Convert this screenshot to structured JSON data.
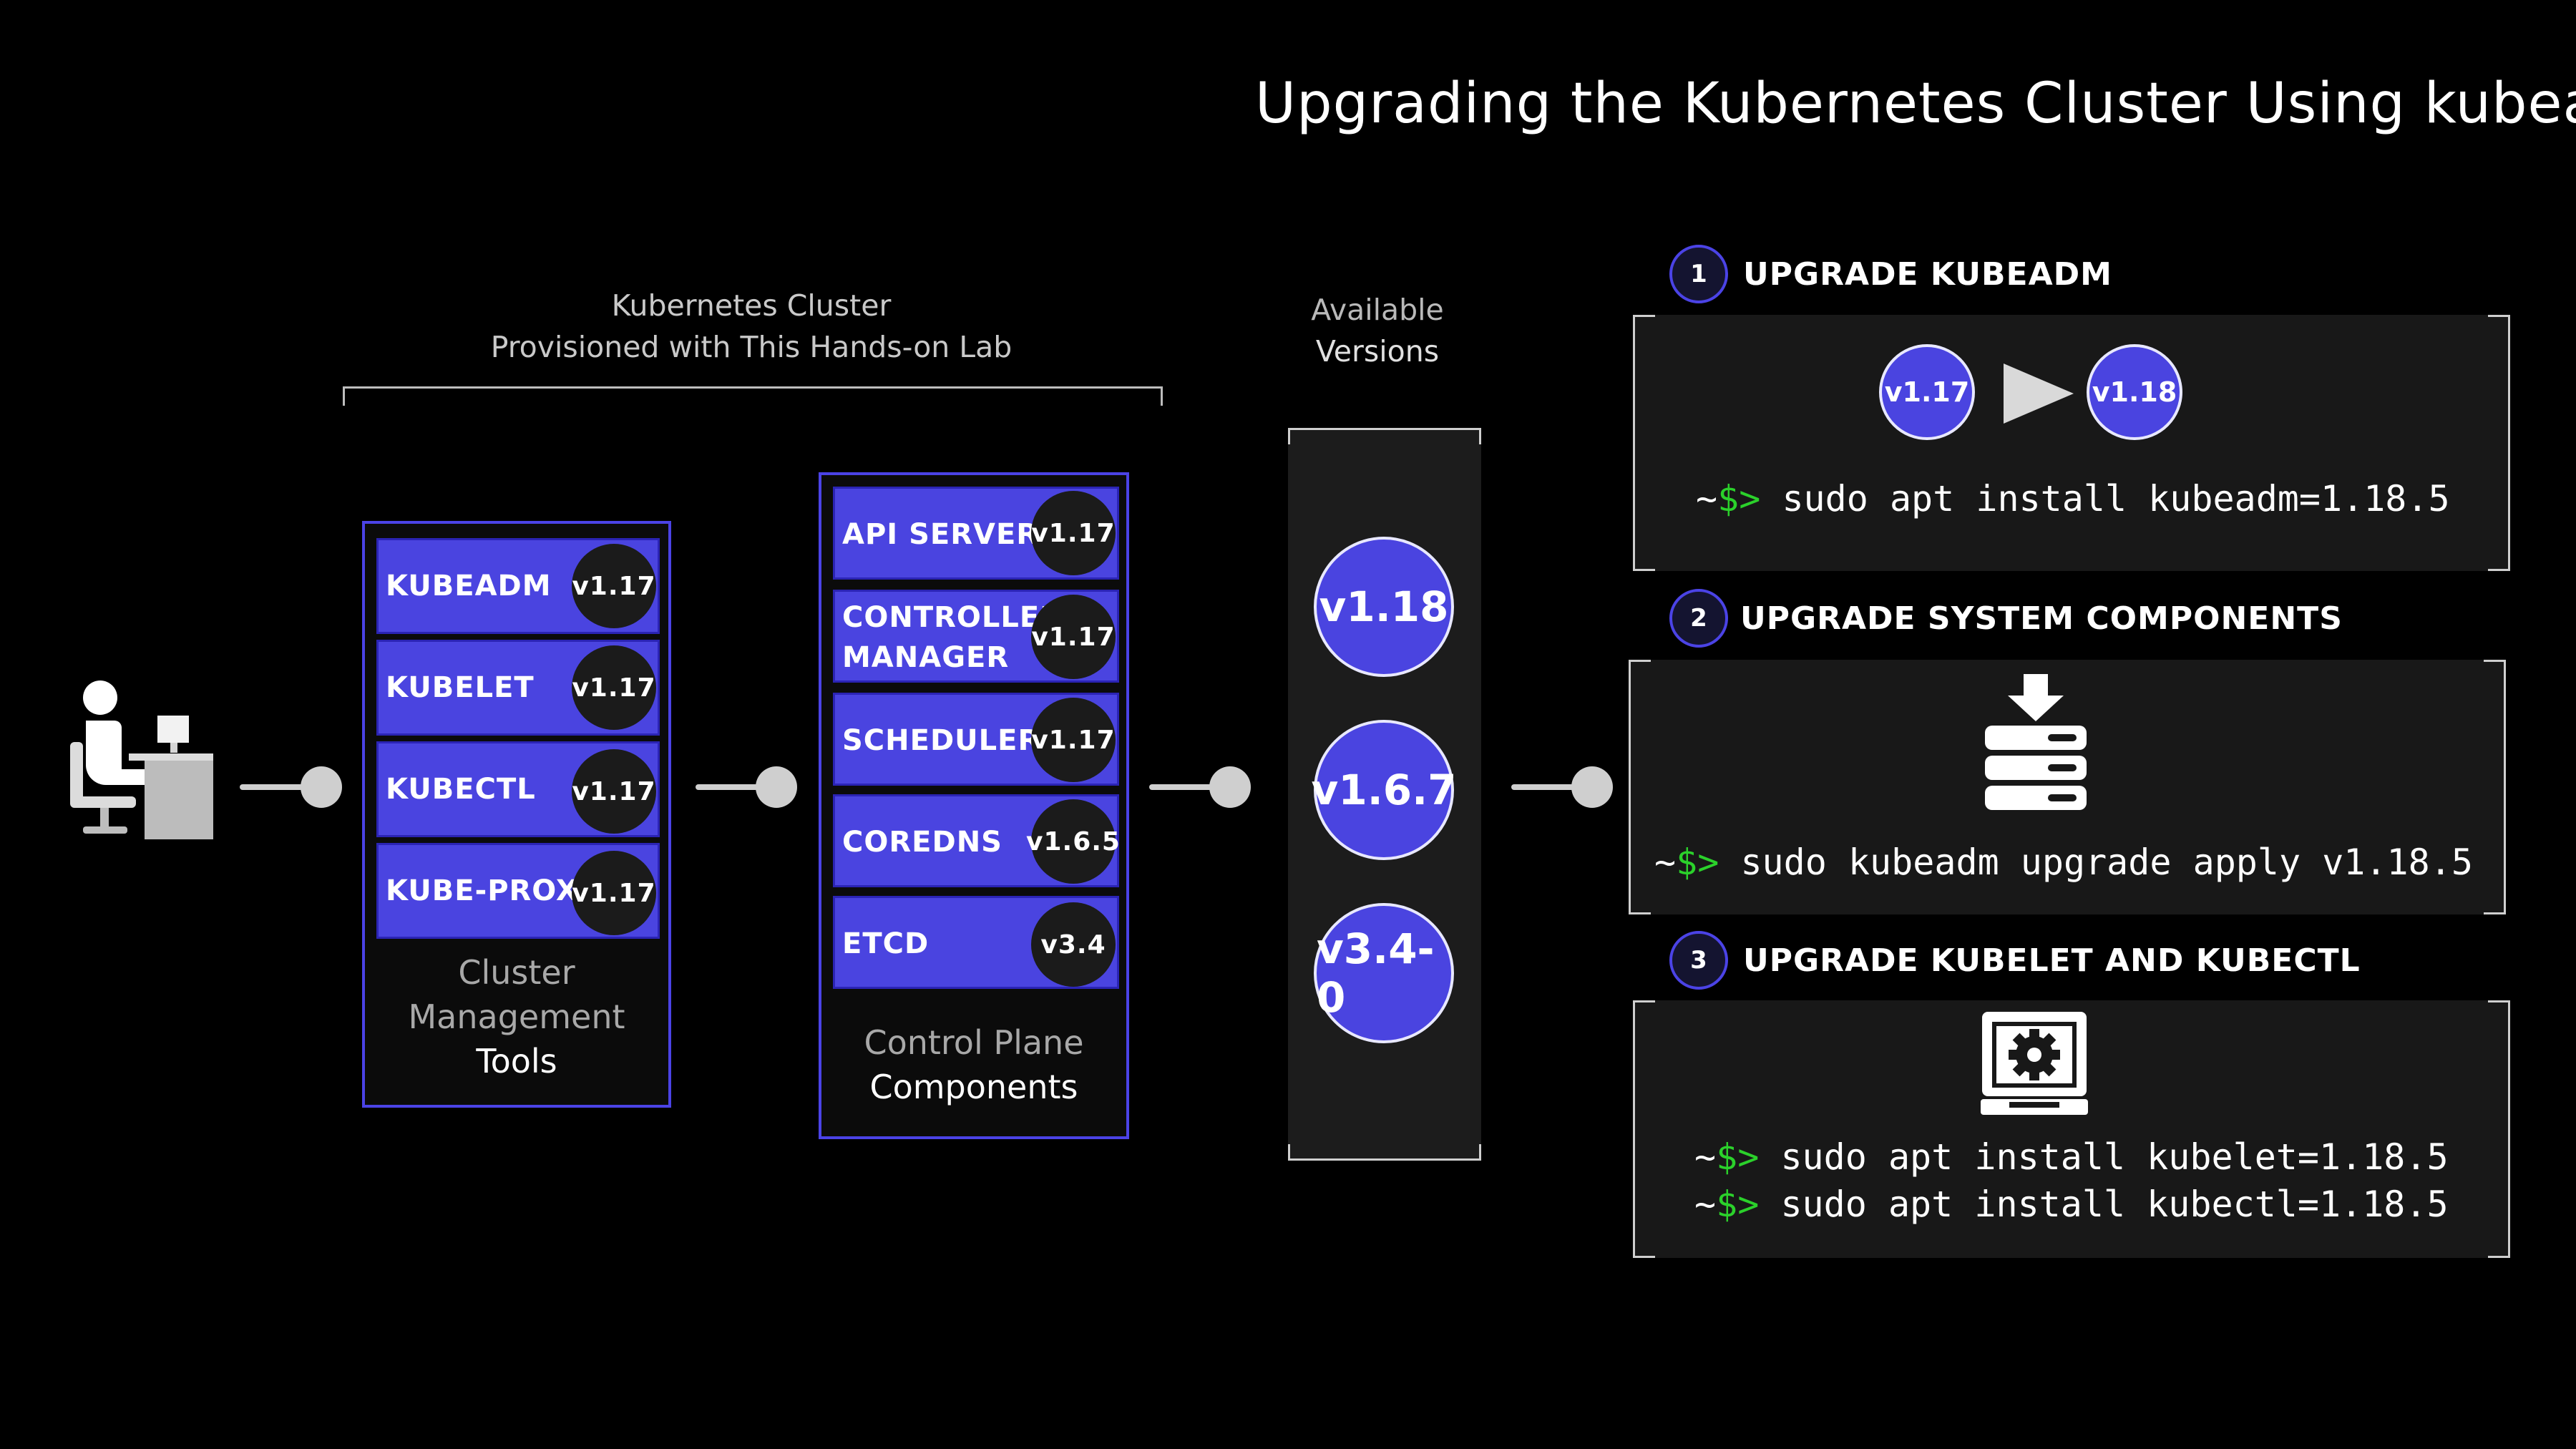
{
  "title": "Upgrading the Kubernetes Cluster Using kubeadm",
  "cluster_caption": {
    "line1": "Kubernetes Cluster",
    "line2": "Provisioned with This Hands-on Lab"
  },
  "versions_caption": {
    "line1": "Available",
    "line2": "Versions"
  },
  "tools": {
    "items": [
      {
        "label": "KUBEADM",
        "version": "v1.17"
      },
      {
        "label": "KUBELET",
        "version": "v1.17"
      },
      {
        "label": "KUBECTL",
        "version": "v1.17"
      },
      {
        "label": "KUBE-PROXY",
        "version": "v1.17"
      }
    ],
    "caption": {
      "line1": "Cluster",
      "line2": "Management",
      "line3": "Tools"
    }
  },
  "control_plane": {
    "items": [
      {
        "label": "API SERVER",
        "version": "v1.17"
      },
      {
        "label": "CONTROLLER",
        "label2": "MANAGER",
        "version": "v1.17"
      },
      {
        "label": "SCHEDULER",
        "version": "v1.17"
      },
      {
        "label": "COREDNS",
        "version": "v1.6.5"
      },
      {
        "label": "ETCD",
        "version": "v3.4"
      }
    ],
    "caption": {
      "line1": "Control Plane",
      "line2": "Components"
    }
  },
  "available_versions": [
    "v1.18",
    "v1.6.7",
    "v3.4-0"
  ],
  "steps": [
    {
      "number": "1",
      "heading": "UPGRADE KUBEADM",
      "from_version": "v1.17",
      "to_version": "v1.18",
      "commands": [
        {
          "prompt": "~",
          "symbol": "$>",
          "text": "sudo apt install kubeadm=1.18.5"
        }
      ]
    },
    {
      "number": "2",
      "heading": "UPGRADE SYSTEM COMPONENTS",
      "icon": "server-download-icon",
      "commands": [
        {
          "prompt": "~",
          "symbol": "$>",
          "text": "sudo kubeadm upgrade apply v1.18.5"
        }
      ]
    },
    {
      "number": "3",
      "heading": "UPGRADE KUBELET AND KUBECTL",
      "icon": "gear-window-icon",
      "commands": [
        {
          "prompt": "~",
          "symbol": "$>",
          "text": "sudo apt install kubelet=1.18.5"
        },
        {
          "prompt": "~",
          "symbol": "$>",
          "text": "sudo apt install kubectl=1.18.5"
        }
      ]
    }
  ],
  "colors": {
    "accent": "#4a44e0",
    "panel_border": "#4b43e6",
    "prompt_green": "#2bd12b",
    "background": "#000000"
  }
}
